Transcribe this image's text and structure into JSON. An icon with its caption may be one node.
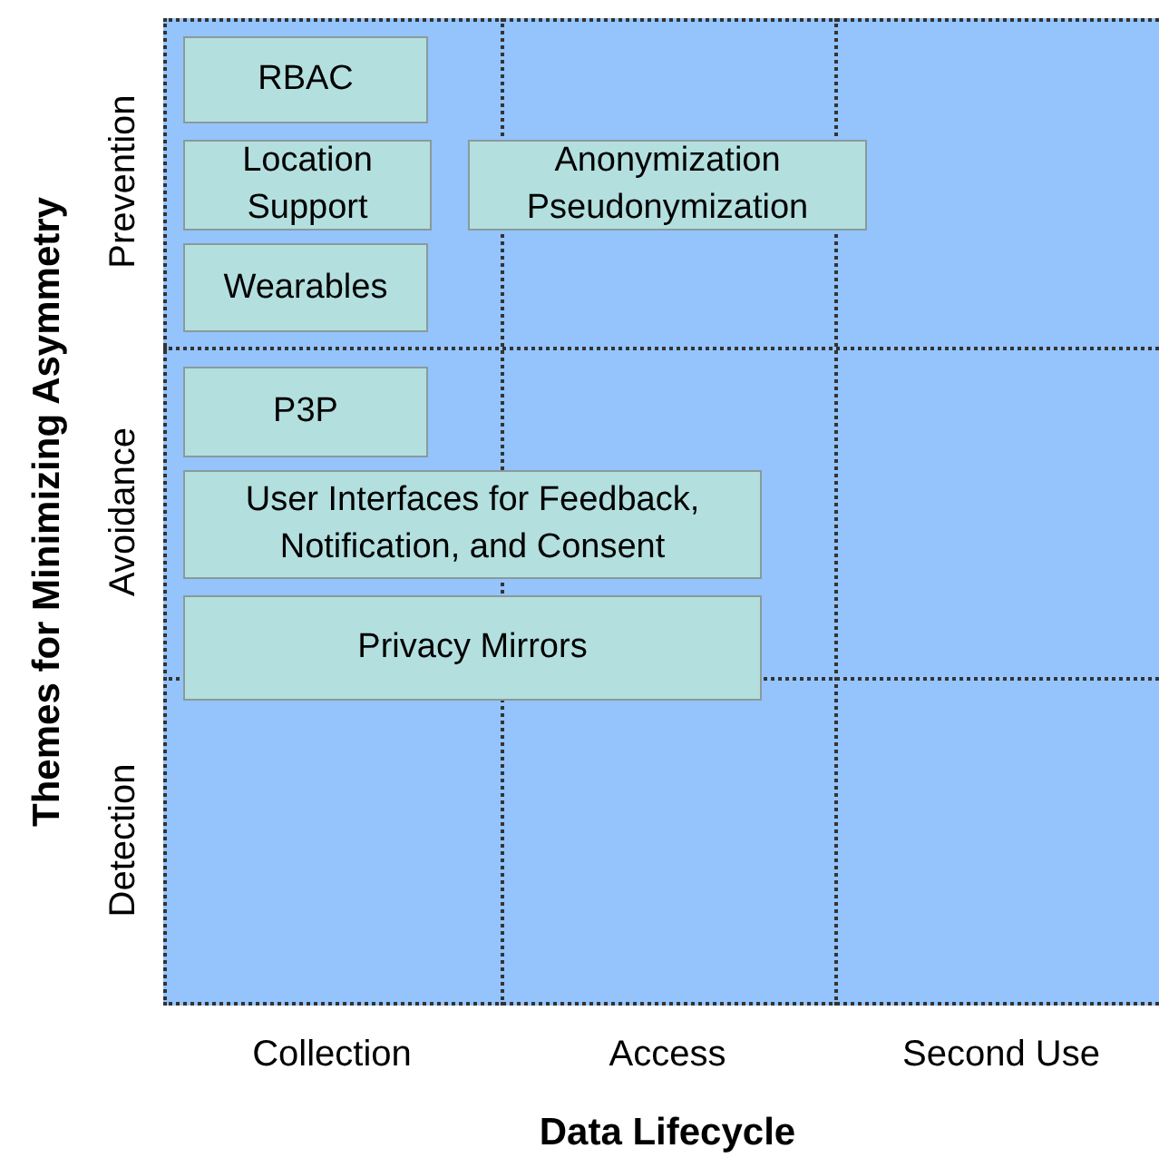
{
  "diagram": {
    "nodes": [
      {
        "text": [
          "RBAC"
        ]
      },
      {
        "text": [
          "Location Support"
        ]
      },
      {
        "text": [
          "Anonymization Pseudonymization"
        ]
      },
      {
        "text": [
          "Wearables"
        ]
      },
      {
        "text": [
          "P3P"
        ]
      },
      {
        "text": [
          "User Interfaces for Feedback, Notification, and Consent"
        ]
      },
      {
        "text": [
          "Privacy Mirrors"
        ]
      }
    ],
    "labels": [
      "Themes for Minimizing Asymmetry",
      "Prevention",
      "Avoidance",
      "Detection",
      "Collection",
      "Access",
      "Second Use",
      "Data Lifecycle"
    ]
  }
}
